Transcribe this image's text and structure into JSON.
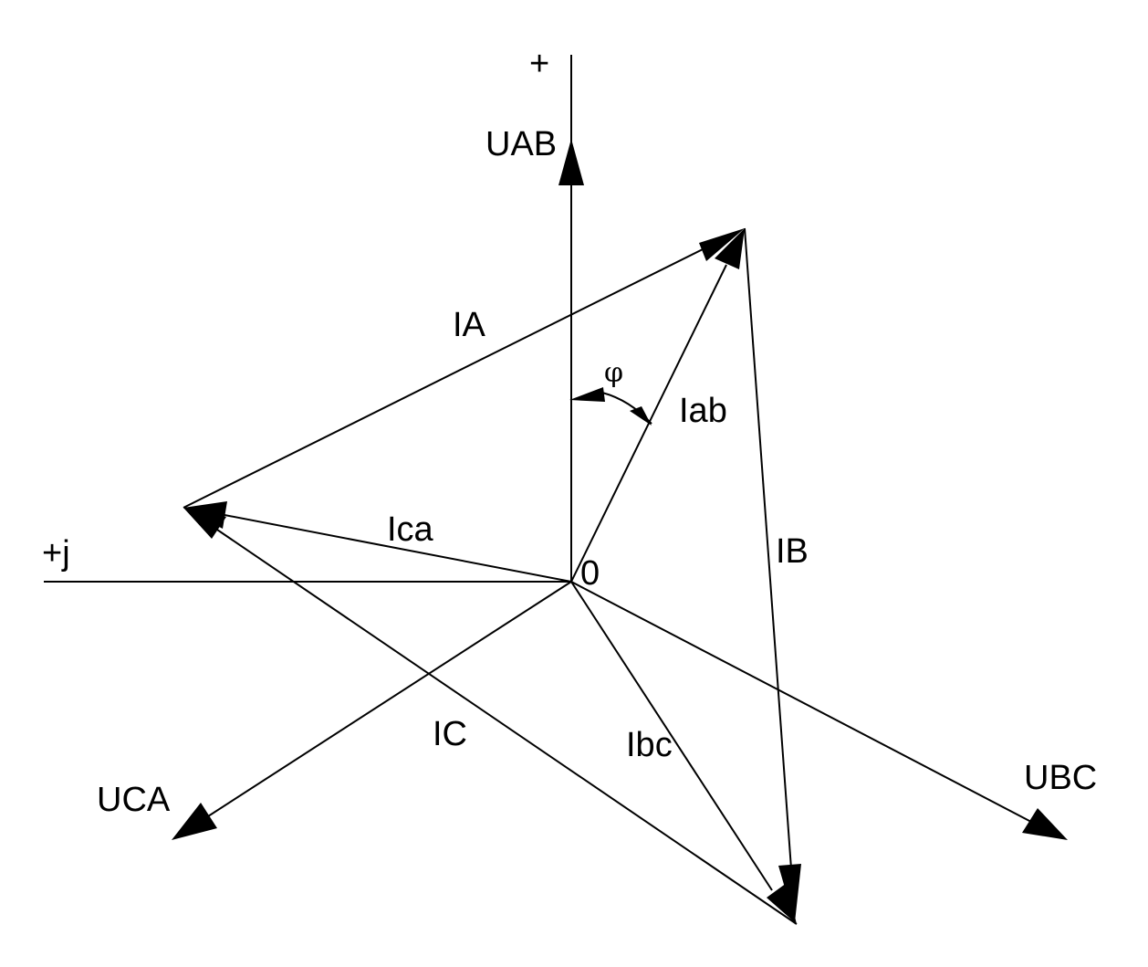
{
  "diagram": {
    "labels": {
      "real_axis": "+",
      "imag_axis": "+j",
      "origin": "0",
      "uab": "UAB",
      "ubc": "UBC",
      "uca": "UCA",
      "ia": "IA",
      "ib": "IB",
      "ic": "IC",
      "iab": "Iab",
      "ibc": "Ibc",
      "ica": "Ica",
      "phi": "φ"
    },
    "colors": {
      "stroke": "#000000",
      "background": "#ffffff"
    }
  }
}
